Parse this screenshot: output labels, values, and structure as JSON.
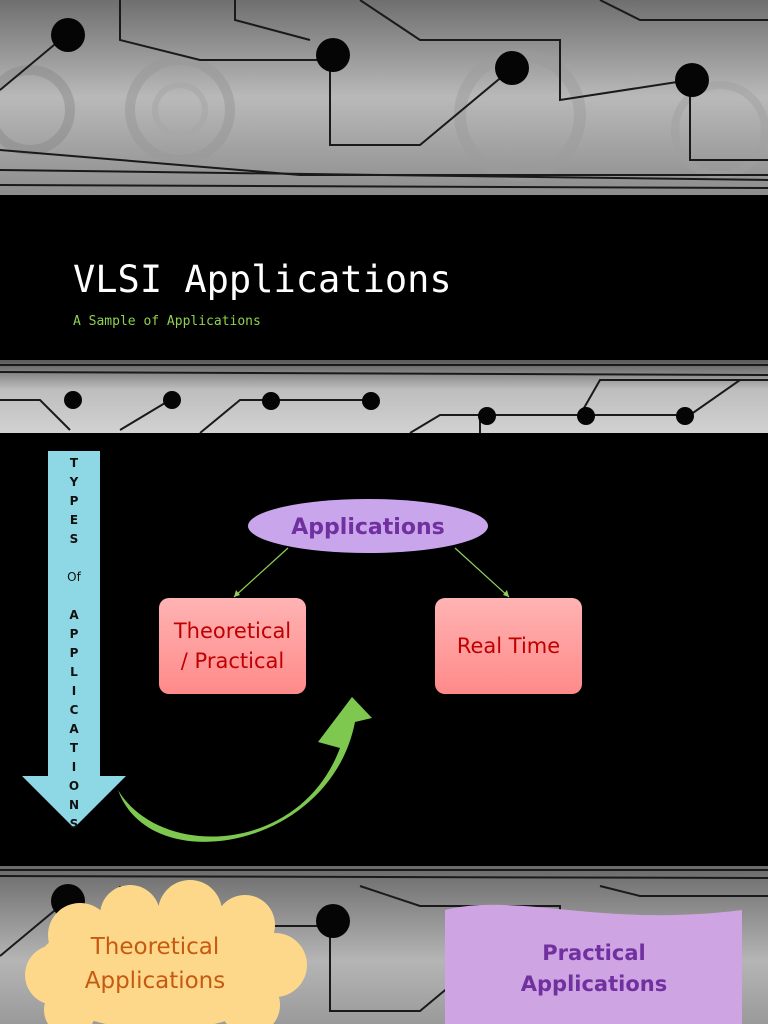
{
  "slide1": {
    "title": "VLSI Applications",
    "subtitle": "A Sample of Applications"
  },
  "slide2": {
    "root_node": "Applications",
    "left_node_line1": "Theoretical",
    "left_node_line2": "/ Practical",
    "right_node": "Real Time",
    "vertical_label": [
      "T",
      "Y",
      "P",
      "E",
      "S",
      "Of",
      "A",
      "P",
      "P",
      "L",
      "I",
      "C",
      "A",
      "T",
      "I",
      "O",
      "N",
      "S"
    ]
  },
  "slide3": {
    "cloud_line1": "Theoretical",
    "cloud_line2": "Applications",
    "wave_line1": "Practical",
    "wave_line2": "Applications"
  },
  "colors": {
    "title_text": "#ffffff",
    "subtitle_text": "#8fd14f",
    "applications_ellipse": "#c9a5ec",
    "applications_text": "#7030a0",
    "red_box": "#ff9b9b",
    "red_box_text": "#c00000",
    "cyan_arrow": "#8ed8e6",
    "green_arrow": "#7ec850",
    "cloud_fill": "#fdd88b",
    "cloud_text": "#c55a11",
    "wave_fill": "#cfa4e2",
    "wave_text": "#7030a0"
  }
}
